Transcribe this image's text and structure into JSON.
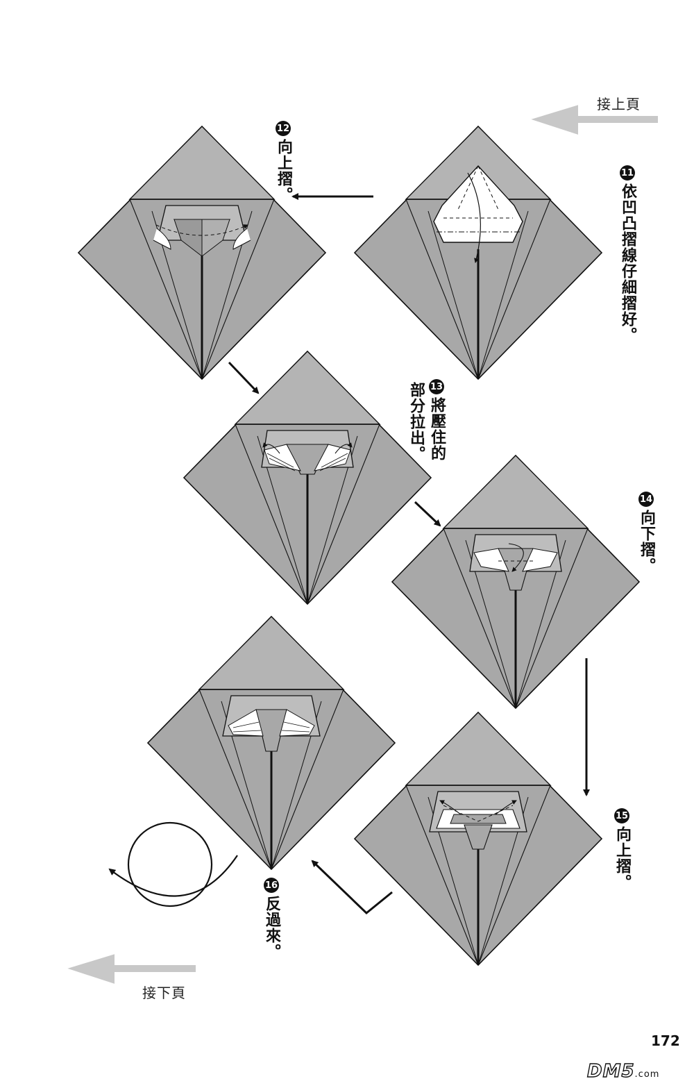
{
  "nav": {
    "continued_from": "接上頁",
    "continued_to": "接下頁"
  },
  "steps": [
    {
      "number": "11",
      "text": "依凹凸摺線仔細摺好。"
    },
    {
      "number": "12",
      "text": "向上摺。"
    },
    {
      "number": "13",
      "text_col1": "將壓住的",
      "text_col2": "部分拉出。"
    },
    {
      "number": "14",
      "text": "向下摺。"
    },
    {
      "number": "15",
      "text": "向上摺。"
    },
    {
      "number": "16",
      "text": "反過來。"
    }
  ],
  "page_number": "172",
  "watermark": {
    "brand": "DM5",
    "suffix": ".com"
  },
  "colors": {
    "paper": "#a8a8a8",
    "flap": "#b4b4b4",
    "line": "#111111",
    "arrow_light": "#c8c8c8"
  }
}
